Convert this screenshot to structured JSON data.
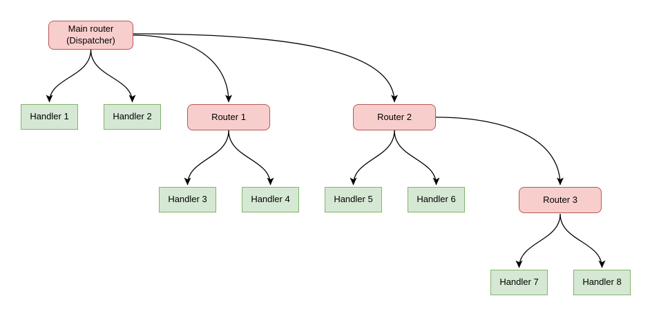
{
  "diagram": {
    "type": "tree-flowchart",
    "background_color": "#ffffff",
    "edge_color": "#000000",
    "styles": {
      "router": {
        "fill": "#f8cecc",
        "stroke": "#b85450"
      },
      "handler": {
        "fill": "#d5e8d4",
        "stroke": "#82b366"
      }
    },
    "nodes": {
      "main_router": {
        "label": "Main router\n(Dispatcher)",
        "kind": "router"
      },
      "handler1": {
        "label": "Handler 1",
        "kind": "handler"
      },
      "handler2": {
        "label": "Handler 2",
        "kind": "handler"
      },
      "router1": {
        "label": "Router 1",
        "kind": "router"
      },
      "router2": {
        "label": "Router 2",
        "kind": "router"
      },
      "handler3": {
        "label": "Handler 3",
        "kind": "handler"
      },
      "handler4": {
        "label": "Handler 4",
        "kind": "handler"
      },
      "handler5": {
        "label": "Handler 5",
        "kind": "handler"
      },
      "handler6": {
        "label": "Handler 6",
        "kind": "handler"
      },
      "router3": {
        "label": "Router 3",
        "kind": "router"
      },
      "handler7": {
        "label": "Handler 7",
        "kind": "handler"
      },
      "handler8": {
        "label": "Handler 8",
        "kind": "handler"
      }
    },
    "edges": [
      {
        "from": "main_router",
        "to": "handler1"
      },
      {
        "from": "main_router",
        "to": "handler2"
      },
      {
        "from": "main_router",
        "to": "router1"
      },
      {
        "from": "main_router",
        "to": "router2"
      },
      {
        "from": "router1",
        "to": "handler3"
      },
      {
        "from": "router1",
        "to": "handler4"
      },
      {
        "from": "router2",
        "to": "handler5"
      },
      {
        "from": "router2",
        "to": "handler6"
      },
      {
        "from": "router2",
        "to": "router3"
      },
      {
        "from": "router3",
        "to": "handler7"
      },
      {
        "from": "router3",
        "to": "handler8"
      }
    ]
  }
}
